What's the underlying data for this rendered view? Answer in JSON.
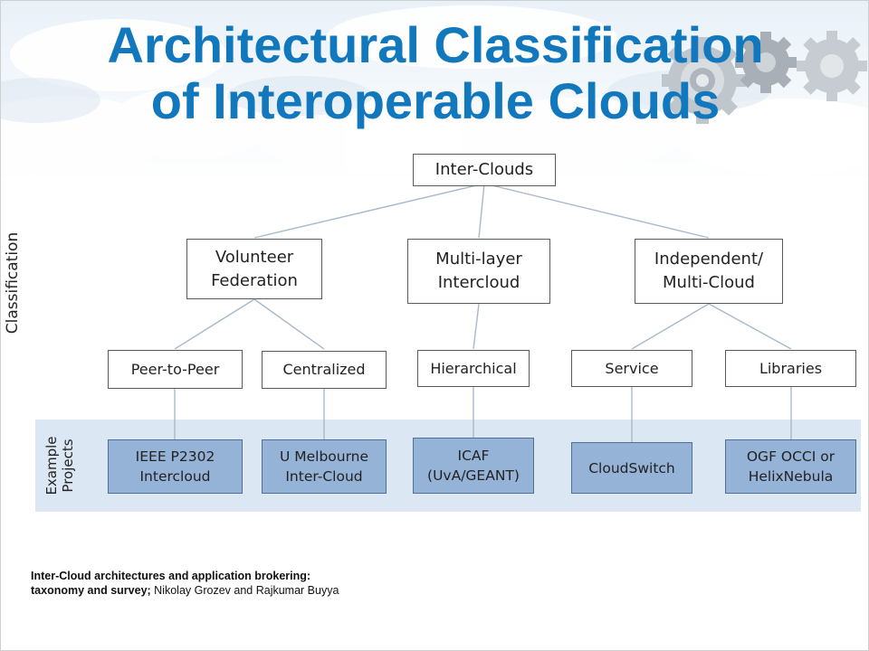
{
  "title": {
    "line1": "Architectural Classification",
    "line2": "of Interoperable Clouds"
  },
  "labels": {
    "classification": "Classification",
    "example_projects": "Example\nProjects"
  },
  "diagram": {
    "root": "Inter-Clouds",
    "level1": [
      "Volunteer\nFederation",
      "Multi-layer\nIntercloud",
      "Independent/\nMulti-Cloud"
    ],
    "level2": [
      "Peer-to-Peer",
      "Centralized",
      "Hierarchical",
      "Service",
      "Libraries"
    ],
    "projects": [
      "IEEE P2302\nIntercloud",
      "U Melbourne\nInter-Cloud",
      "ICAF\n(UvA/GEANT)",
      "CloudSwitch",
      "OGF OCCI or\nHelixNebula"
    ]
  },
  "citation": {
    "bold": "Inter-Cloud architectures and application brokering:\ntaxonomy and survey;",
    "authors": " Nikolay Grozev and Rajkumar Buyya"
  },
  "colors": {
    "title": "#1278bd",
    "project_box": "#95b3d7",
    "project_band": "#dbe8f3"
  },
  "icons": [
    "cloud-background-icon",
    "gears-icon"
  ]
}
